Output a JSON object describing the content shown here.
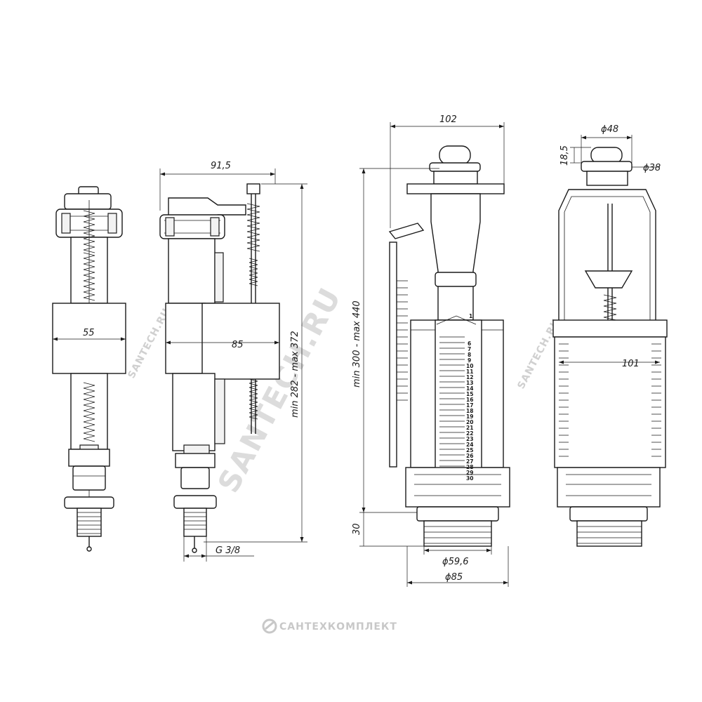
{
  "dimensions": {
    "valve_width_55": "55",
    "valve_height": "min 282 - max 372",
    "valve_overall_width": "91,5",
    "valve_float_width": "85",
    "valve_thread": "G 3/8",
    "drain_width": "102",
    "drain_height": "min 300 - max 440",
    "drain_bottom": "30",
    "drain_thread_diameter": "ϕ59,6",
    "drain_base_diameter": "ϕ85",
    "drain_button_diameter": "ϕ48",
    "drain_button_height": "18,5",
    "drain_button_inner": "ϕ38",
    "drain_float_width": "101"
  },
  "scale_labels": [
    "1",
    "6",
    "7",
    "8",
    "9",
    "10",
    "11",
    "12",
    "13",
    "14",
    "15",
    "16",
    "17",
    "18",
    "19",
    "20",
    "21",
    "22",
    "23",
    "24",
    "25",
    "26",
    "27",
    "28",
    "29",
    "30"
  ],
  "watermarks": {
    "diagonal_main": "SANTECH.RU",
    "diagonal_small_1": "SANTECH.RU",
    "diagonal_small_2": "SANTECH.RU"
  },
  "footer": {
    "brand": "САНТЕХКОМПЛЕКТ",
    "logo_icon": "santech-logo-icon"
  }
}
